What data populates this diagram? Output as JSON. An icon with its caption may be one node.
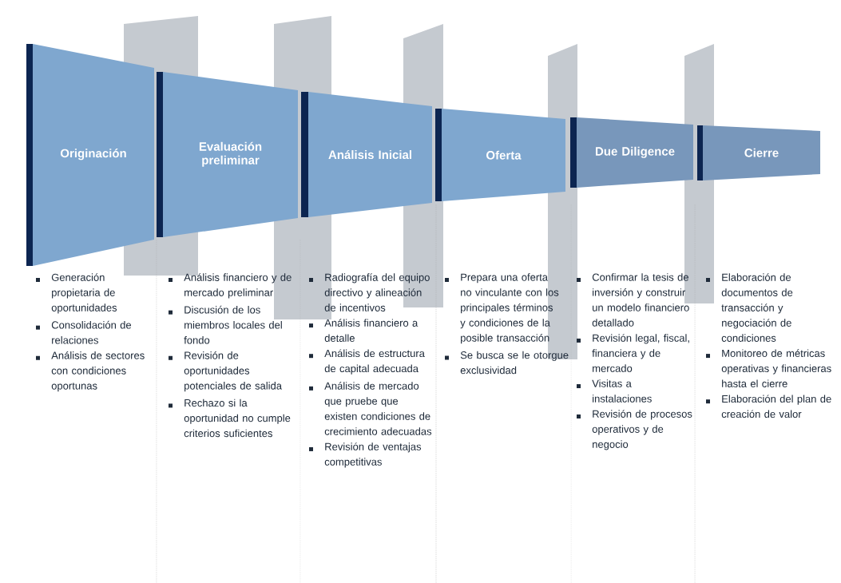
{
  "diagram": {
    "nodes": [
      {
        "text": [
          "Originación"
        ],
        "beside": [
          "Generación propietaria de oportunidades",
          "Consolidación de relaciones",
          "Análisis de sectores con condiciones oportunas"
        ]
      },
      {
        "text": [
          "Evaluación preliminar"
        ],
        "beside": [
          "Análisis financiero y de mercado preliminar",
          "Discusión de los miembros locales del fondo",
          "Revisión de oportunidades potenciales de salida",
          "Rechazo si la oportunidad no cumple criterios suficientes"
        ]
      },
      {
        "text": [
          "Análisis Inicial"
        ],
        "beside": [
          "Radiografía del equipo directivo y alineación de incentivos",
          "Análisis financiero a detalle",
          "Análisis de estructura de capital adecuada",
          "Análisis de mercado que pruebe que existen condiciones de crecimiento adecuadas",
          "Revisión de ventajas competitivas"
        ]
      },
      {
        "text": [
          "Oferta"
        ],
        "beside": [
          "Prepara una oferta no vinculante con los principales términos y condiciones de la posible transacción",
          "Se busca se le otorgue exclusividad"
        ]
      },
      {
        "text": [
          "Due Diligence"
        ],
        "beside": [
          "Confirmar la tesis de inversión y construir un modelo financiero detallado",
          "Revisión legal, fiscal, financiera y de mercado",
          "Visitas a instalaciones",
          "Revisión de procesos operativos y de negocio"
        ]
      },
      {
        "text": [
          "Cierre"
        ],
        "beside": [
          "Elaboración de documentos de transacción y negociación de condiciones",
          "Monitoreo de métricas operativas y financieras hasta el cierre",
          "Elaboración del plan de creación de valor"
        ]
      }
    ]
  }
}
